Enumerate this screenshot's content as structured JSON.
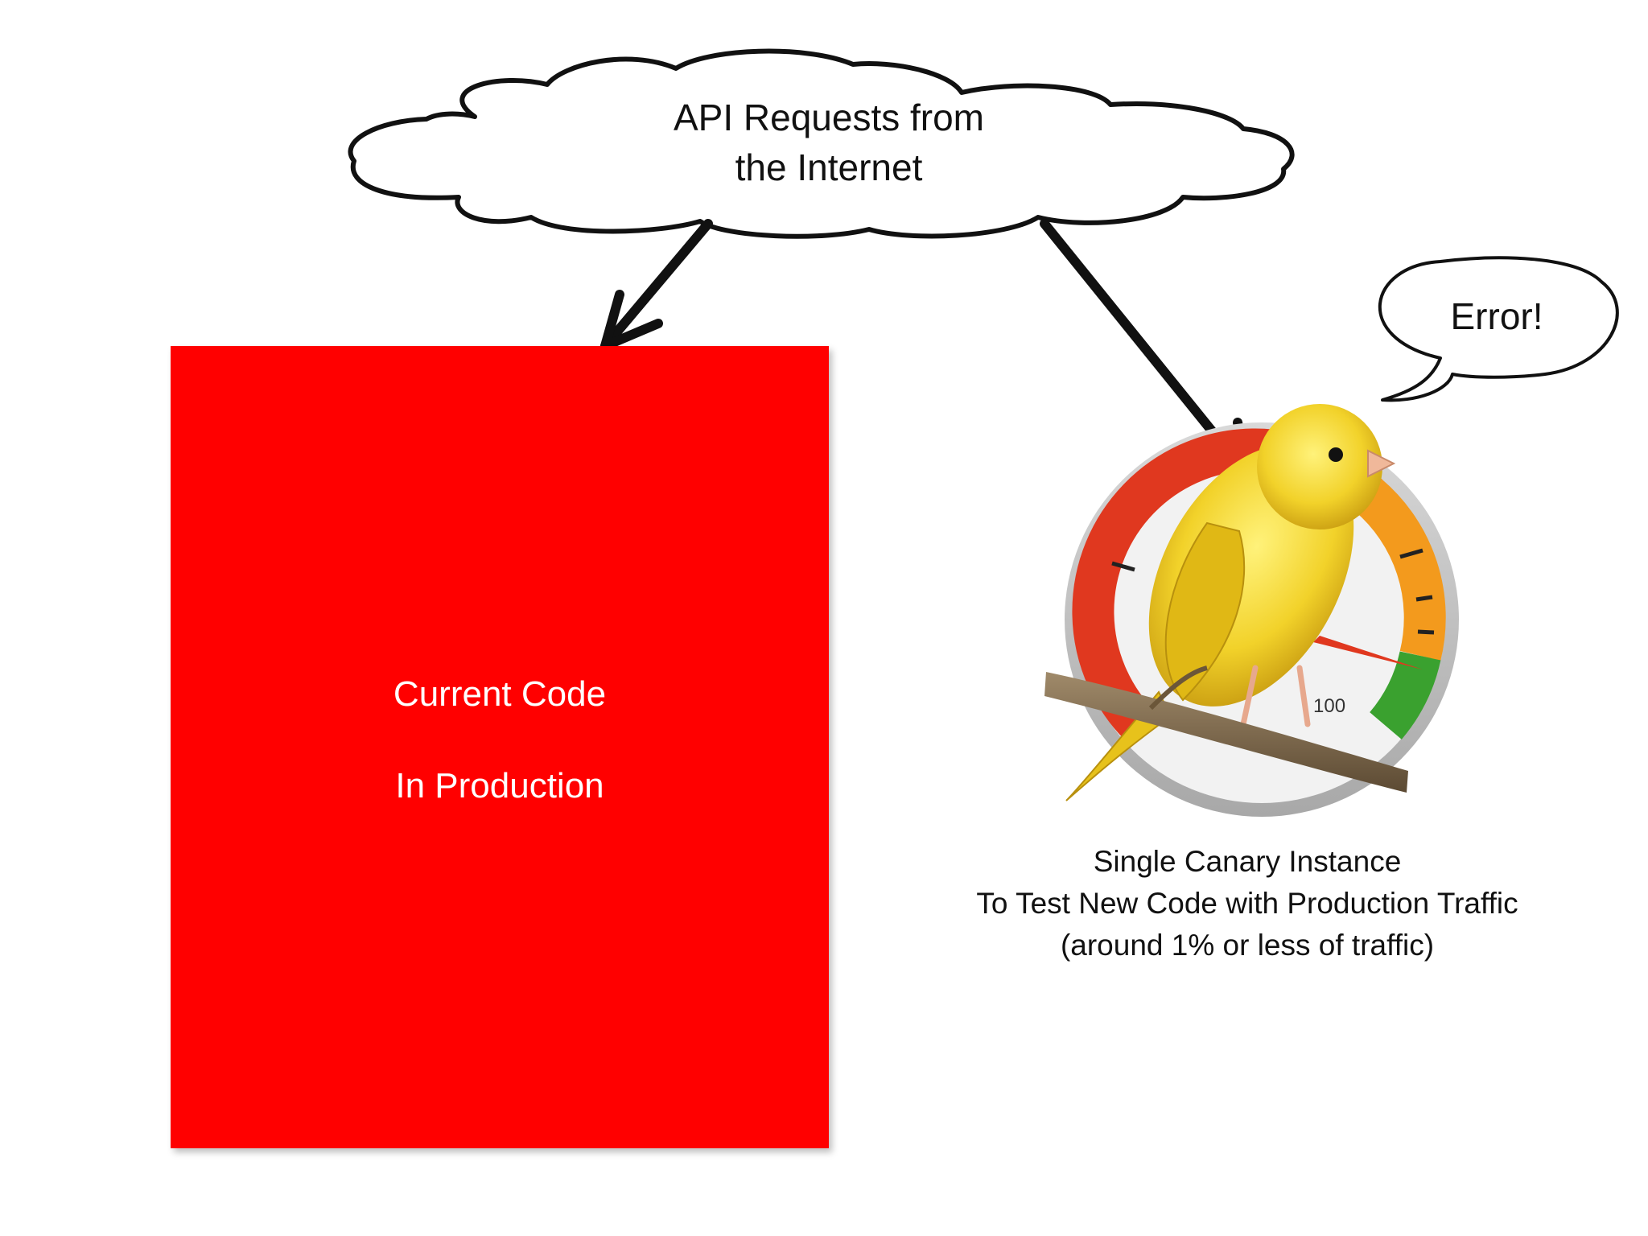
{
  "cloud": {
    "line1": "API Requests from",
    "line2": "the Internet"
  },
  "production_box": {
    "line1": "Current Code",
    "line2": "In Production",
    "fill_color": "#ff0000"
  },
  "speech_bubble": {
    "text": "Error!"
  },
  "canary": {
    "caption_line1": "Single Canary Instance",
    "caption_line2": "To Test New Code with Production Traffic",
    "caption_line3": "(around 1% or less of traffic)",
    "gauge_label": "100"
  },
  "colors": {
    "gauge_red": "#e0381f",
    "gauge_orange": "#f39a1d",
    "gauge_green": "#3aa12f",
    "canary_yellow": "#f2d22a"
  }
}
